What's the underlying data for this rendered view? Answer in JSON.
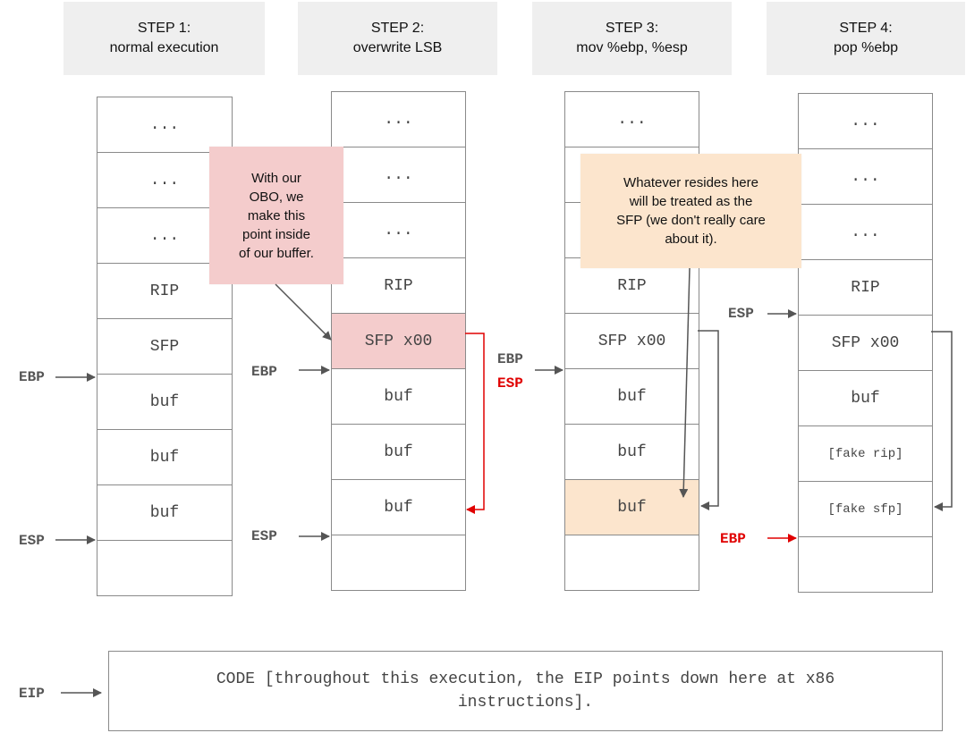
{
  "steps": [
    {
      "title": "STEP 1:",
      "subtitle": "normal execution"
    },
    {
      "title": "STEP 2:",
      "subtitle": "overwrite LSB"
    },
    {
      "title": "STEP 3:",
      "subtitle": "mov %ebp, %esp"
    },
    {
      "title": "STEP 4:",
      "subtitle": "pop %ebp"
    }
  ],
  "stack1": [
    "...",
    "...",
    "...",
    "RIP",
    "SFP",
    "buf",
    "buf",
    "buf",
    ""
  ],
  "stack2": [
    "...",
    "...",
    "...",
    "RIP",
    "SFP x00",
    "buf",
    "buf",
    "buf",
    ""
  ],
  "stack3": [
    "...",
    "...",
    "...",
    "RIP",
    "SFP x00",
    "buf",
    "buf",
    "buf",
    ""
  ],
  "stack4": [
    "...",
    "...",
    "...",
    "RIP",
    "SFP x00",
    "buf",
    "[fake rip]",
    "[fake sfp]",
    ""
  ],
  "notes": {
    "obo": [
      "With our",
      "OBO, we",
      "make this",
      "point inside",
      "of our buffer."
    ],
    "sfp": [
      "Whatever resides here",
      "will be treated as the",
      "SFP (we don't really care",
      "about it)."
    ]
  },
  "registers": {
    "ebp": "EBP",
    "esp": "ESP",
    "eip": "EIP"
  },
  "code": {
    "line1": "CODE [throughout this execution, the EIP points down here at x86",
    "line2": "instructions]."
  },
  "colors": {
    "pink": "#f4cccc",
    "peach": "#fce5cd",
    "red": "#e00000",
    "gray": "#555555"
  }
}
